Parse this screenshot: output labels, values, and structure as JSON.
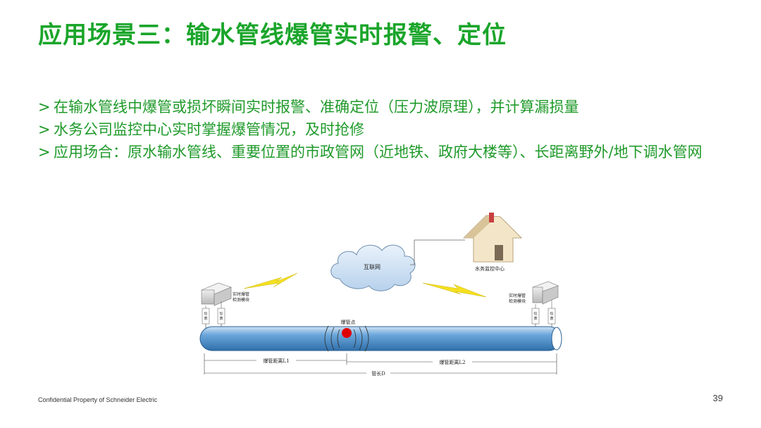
{
  "slide": {
    "title": "应用场景三：输水管线爆管实时报警、定位",
    "bullet_marker": ">",
    "bullets": [
      "在输水管线中爆管或损坏瞬间实时报警、准确定位（压力波原理），并计算漏损量",
      "水务公司监控中心实时掌握爆管情况，及时抢修",
      "应用场合：原水输水管线、重要位置的市政管网（近地铁、政府大楼等）、长距离野外/地下调水管网"
    ],
    "footer": "Confidential Property of Schneider Electric",
    "page_number": "39",
    "colors": {
      "title": "#1aa52a",
      "bullets": "#1f9a2a",
      "pipe": "#4f95d0",
      "burst": "#e00000"
    }
  },
  "diagram": {
    "cloud_label": "互联网",
    "house_label": "水务监控中心",
    "left_module_label": [
      "实时爆管",
      "检测模块"
    ],
    "right_module_label": [
      "实时爆管",
      "检测模块"
    ],
    "sensor_label": [
      "仪",
      "表"
    ],
    "burst_label": "爆管点",
    "dist_l1": "爆管距离L1",
    "dist_l2": "爆管距离L2",
    "pipe_length": "管长D"
  }
}
